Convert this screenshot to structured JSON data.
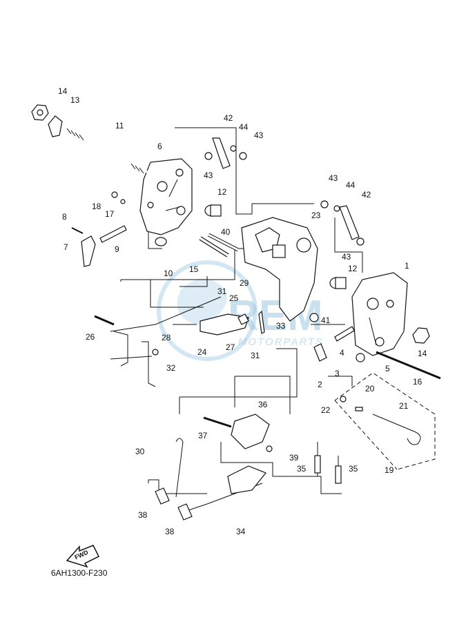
{
  "callouts": [
    "14",
    "13",
    "11",
    "6",
    "42",
    "44",
    "43",
    "43",
    "12",
    "18",
    "17",
    "8",
    "9",
    "7",
    "10",
    "15",
    "40",
    "43",
    "44",
    "42",
    "23",
    "43",
    "12",
    "1",
    "29",
    "31",
    "25",
    "33",
    "41",
    "26",
    "28",
    "24",
    "27",
    "31",
    "32",
    "4",
    "3",
    "2",
    "14",
    "5",
    "16",
    "22",
    "20",
    "21",
    "36",
    "37",
    "30",
    "39",
    "35",
    "35",
    "19",
    "38",
    "38",
    "34"
  ],
  "watermark": {
    "brand": "REM",
    "sub": "MOTORPARTS"
  },
  "fwd_label": "FWD",
  "diagram_code": "6AH1300-F230",
  "colors": {
    "line": "#111111",
    "watermark": "#9ec9e3"
  }
}
